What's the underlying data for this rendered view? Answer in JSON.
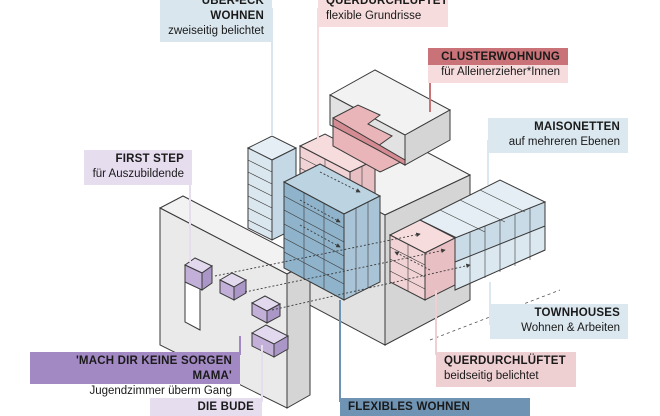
{
  "labels": {
    "ueber_eck": {
      "title": "ÜBER-ECK WOHNEN",
      "subtitle": "zweiseitig belichtet",
      "color": "#d9e6ee"
    },
    "querdurch_top": {
      "title": "QUERDURCHLÜFTET",
      "subtitle": "flexible Grundrisse",
      "color": "#f6dcdd"
    },
    "cluster": {
      "title": "CLUSTERWOHNUNG",
      "subtitle": "für Alleinerzieher*Innen",
      "color": "#c97277"
    },
    "maisonetten": {
      "title": "MAISONETTEN",
      "subtitle": "auf mehreren Ebenen",
      "color": "#dbe8f0"
    },
    "first_step": {
      "title": "FIRST STEP",
      "subtitle": "für Auszubildende",
      "color": "#e6ddef"
    },
    "townhouses": {
      "title": "TOWNHOUSES",
      "subtitle": "Wohnen & Arbeiten",
      "color": "#dbe8f0"
    },
    "mama": {
      "title": "'MACH DIR KEINE SORGEN MAMA'",
      "subtitle": "Jugendzimmer überm Gang",
      "color": "#a389c4"
    },
    "querdurch_bottom": {
      "title": "QUERDURCHLÜFTET",
      "subtitle": "beidseitig belichtet",
      "color": "#eecfd2"
    },
    "bude": {
      "title": "DIE BUDE",
      "subtitle": "",
      "color": "#e6ddef"
    },
    "flexibles": {
      "title": "FLEXIBLES WOHNEN",
      "subtitle": "",
      "color": "#6f93b3"
    }
  },
  "colors": {
    "line": "#3a3a3a",
    "gray_top": "#f3f2f2",
    "gray_left": "#e3e2e2",
    "gray_right": "#d6d5d5",
    "blue_dark": "#8fb3ca",
    "blue_light": "#e4eef4",
    "pink": "#f2d3d5",
    "pink_dark": "#d48c92",
    "purple": "#c2b0d9"
  }
}
